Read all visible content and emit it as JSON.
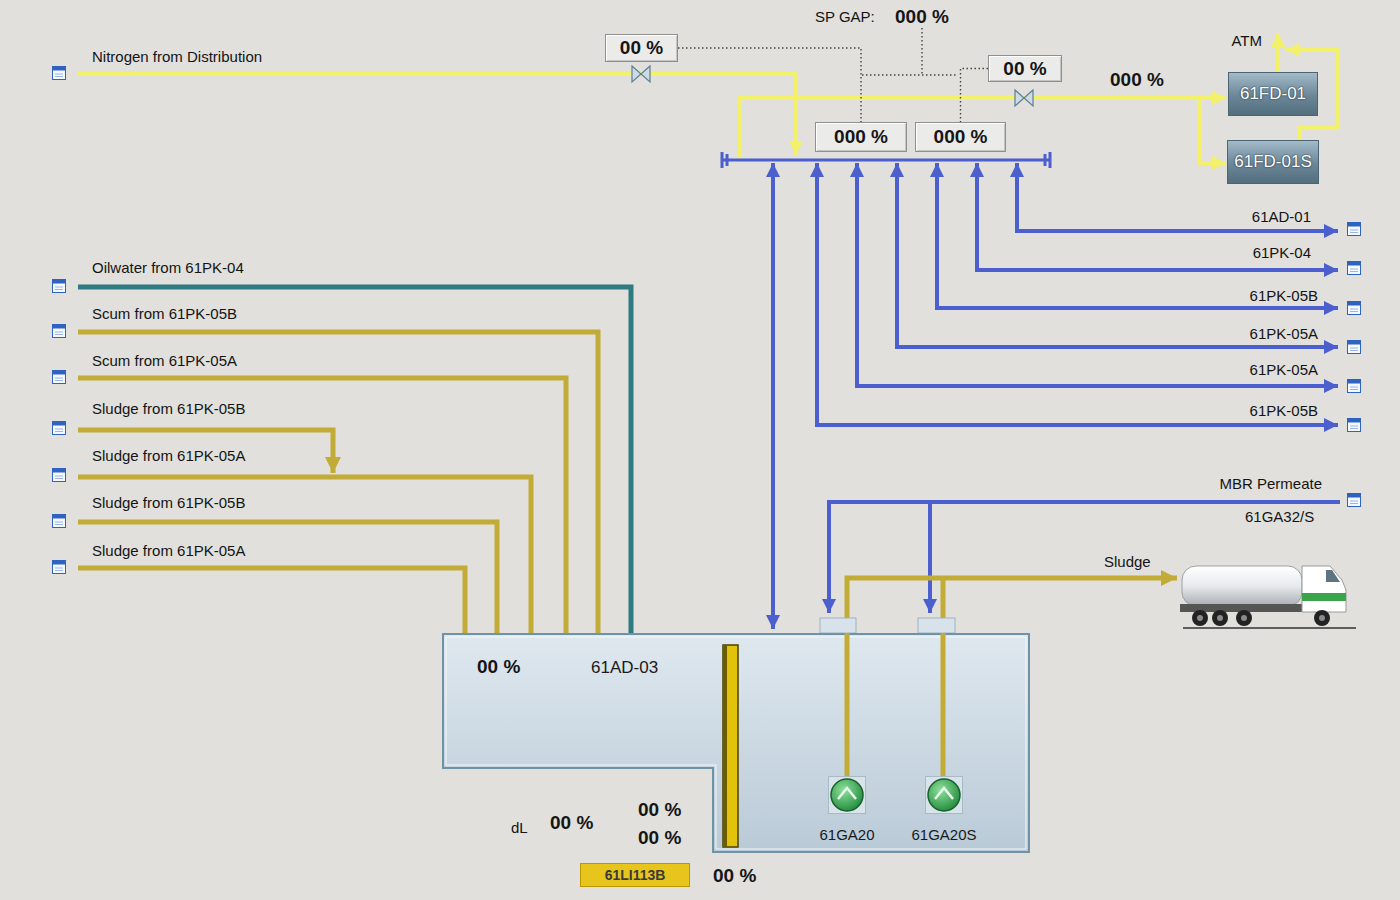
{
  "diagram": {
    "nodes": [
      {
        "text": [
          "00 %"
        ]
      },
      {
        "text": [
          "00 %"
        ]
      },
      {
        "text": [
          "61FD-01"
        ]
      },
      {
        "text": [
          "000 %"
        ]
      },
      {
        "text": [
          "000 %"
        ]
      },
      {
        "text": [
          "61FD-01S"
        ]
      },
      {
        "text": [
          "00 %",
          "61AD-03"
        ]
      },
      {
        "text": [
          "61GA20"
        ],
        "in": 6
      },
      {
        "text": [
          "61GA20S"
        ],
        "in": 6
      },
      {
        "text": [
          "61LI113B"
        ]
      }
    ],
    "edges": [
      {
        "from": 0,
        "to": 3,
        "arrow": "none"
      },
      {
        "from": 1,
        "to": 4,
        "arrow": "none"
      }
    ],
    "labels": [
      "SP GAP:",
      "000 %",
      "ATM",
      "Nitrogen from Distribution",
      "000 %",
      "61AD-01",
      "61PK-04",
      "61PK-05B",
      "61PK-05A",
      "61PK-05A",
      "61PK-05B",
      "Oilwater from 61PK-04",
      "Scum from 61PK-05B",
      "Scum from 61PK-05A",
      "Sludge from 61PK-05B",
      "Sludge from 61PK-05A",
      "Sludge from 61PK-05B",
      "Sludge from 61PK-05A",
      "MBR Permeate",
      "61GA32/S",
      "Sludge",
      "00 %",
      "dL",
      "00 %",
      "00 %",
      "00 %"
    ]
  }
}
